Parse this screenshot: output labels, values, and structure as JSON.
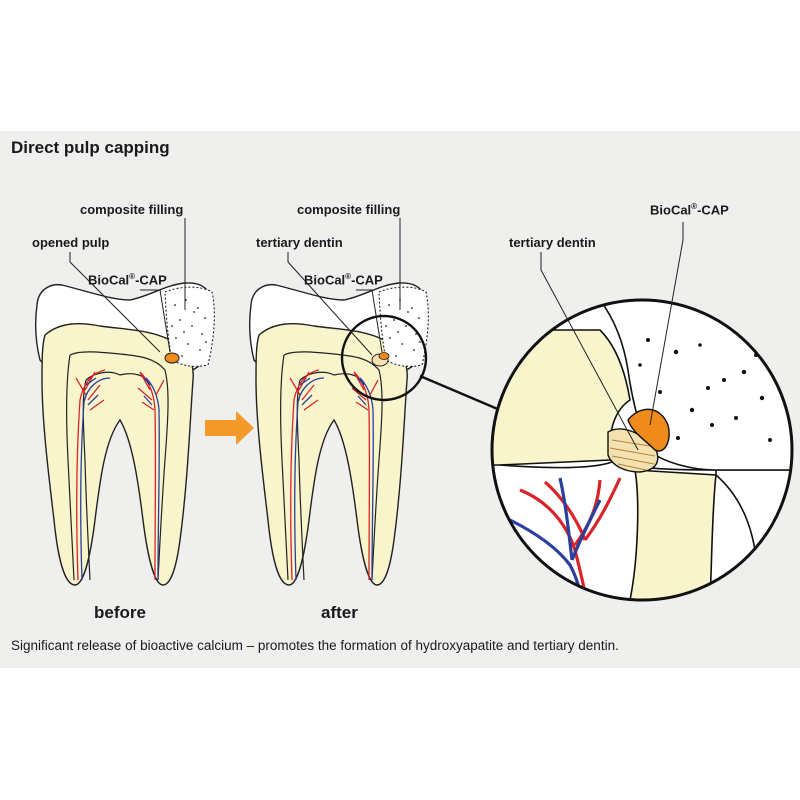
{
  "title": "Direct pulp capping",
  "caption": "Significant release of bioactive calcium – promotes the formation of hydroxyapatite and tertiary dentin.",
  "before": {
    "label": "before",
    "composite": "composite filling",
    "opened_pulp": "opened pulp",
    "biocal_name": "BioCal",
    "biocal_mark": "®",
    "biocal_suffix": "-CAP"
  },
  "after": {
    "label": "after",
    "composite": "composite filling",
    "tertiary": "tertiary dentin",
    "biocal_name": "BioCal",
    "biocal_mark": "®",
    "biocal_suffix": "-CAP"
  },
  "detail": {
    "tertiary": "tertiary dentin",
    "biocal_name": "BioCal",
    "biocal_mark": "®",
    "biocal_suffix": "-CAP"
  },
  "colors": {
    "panel": "#efefee",
    "dentin": "#f8f4cc",
    "enamel": "#ffffff",
    "biocal": "#f08a1a",
    "arrow": "#f39a2b",
    "artery": "#d9252a",
    "vein": "#2a3f9e"
  }
}
